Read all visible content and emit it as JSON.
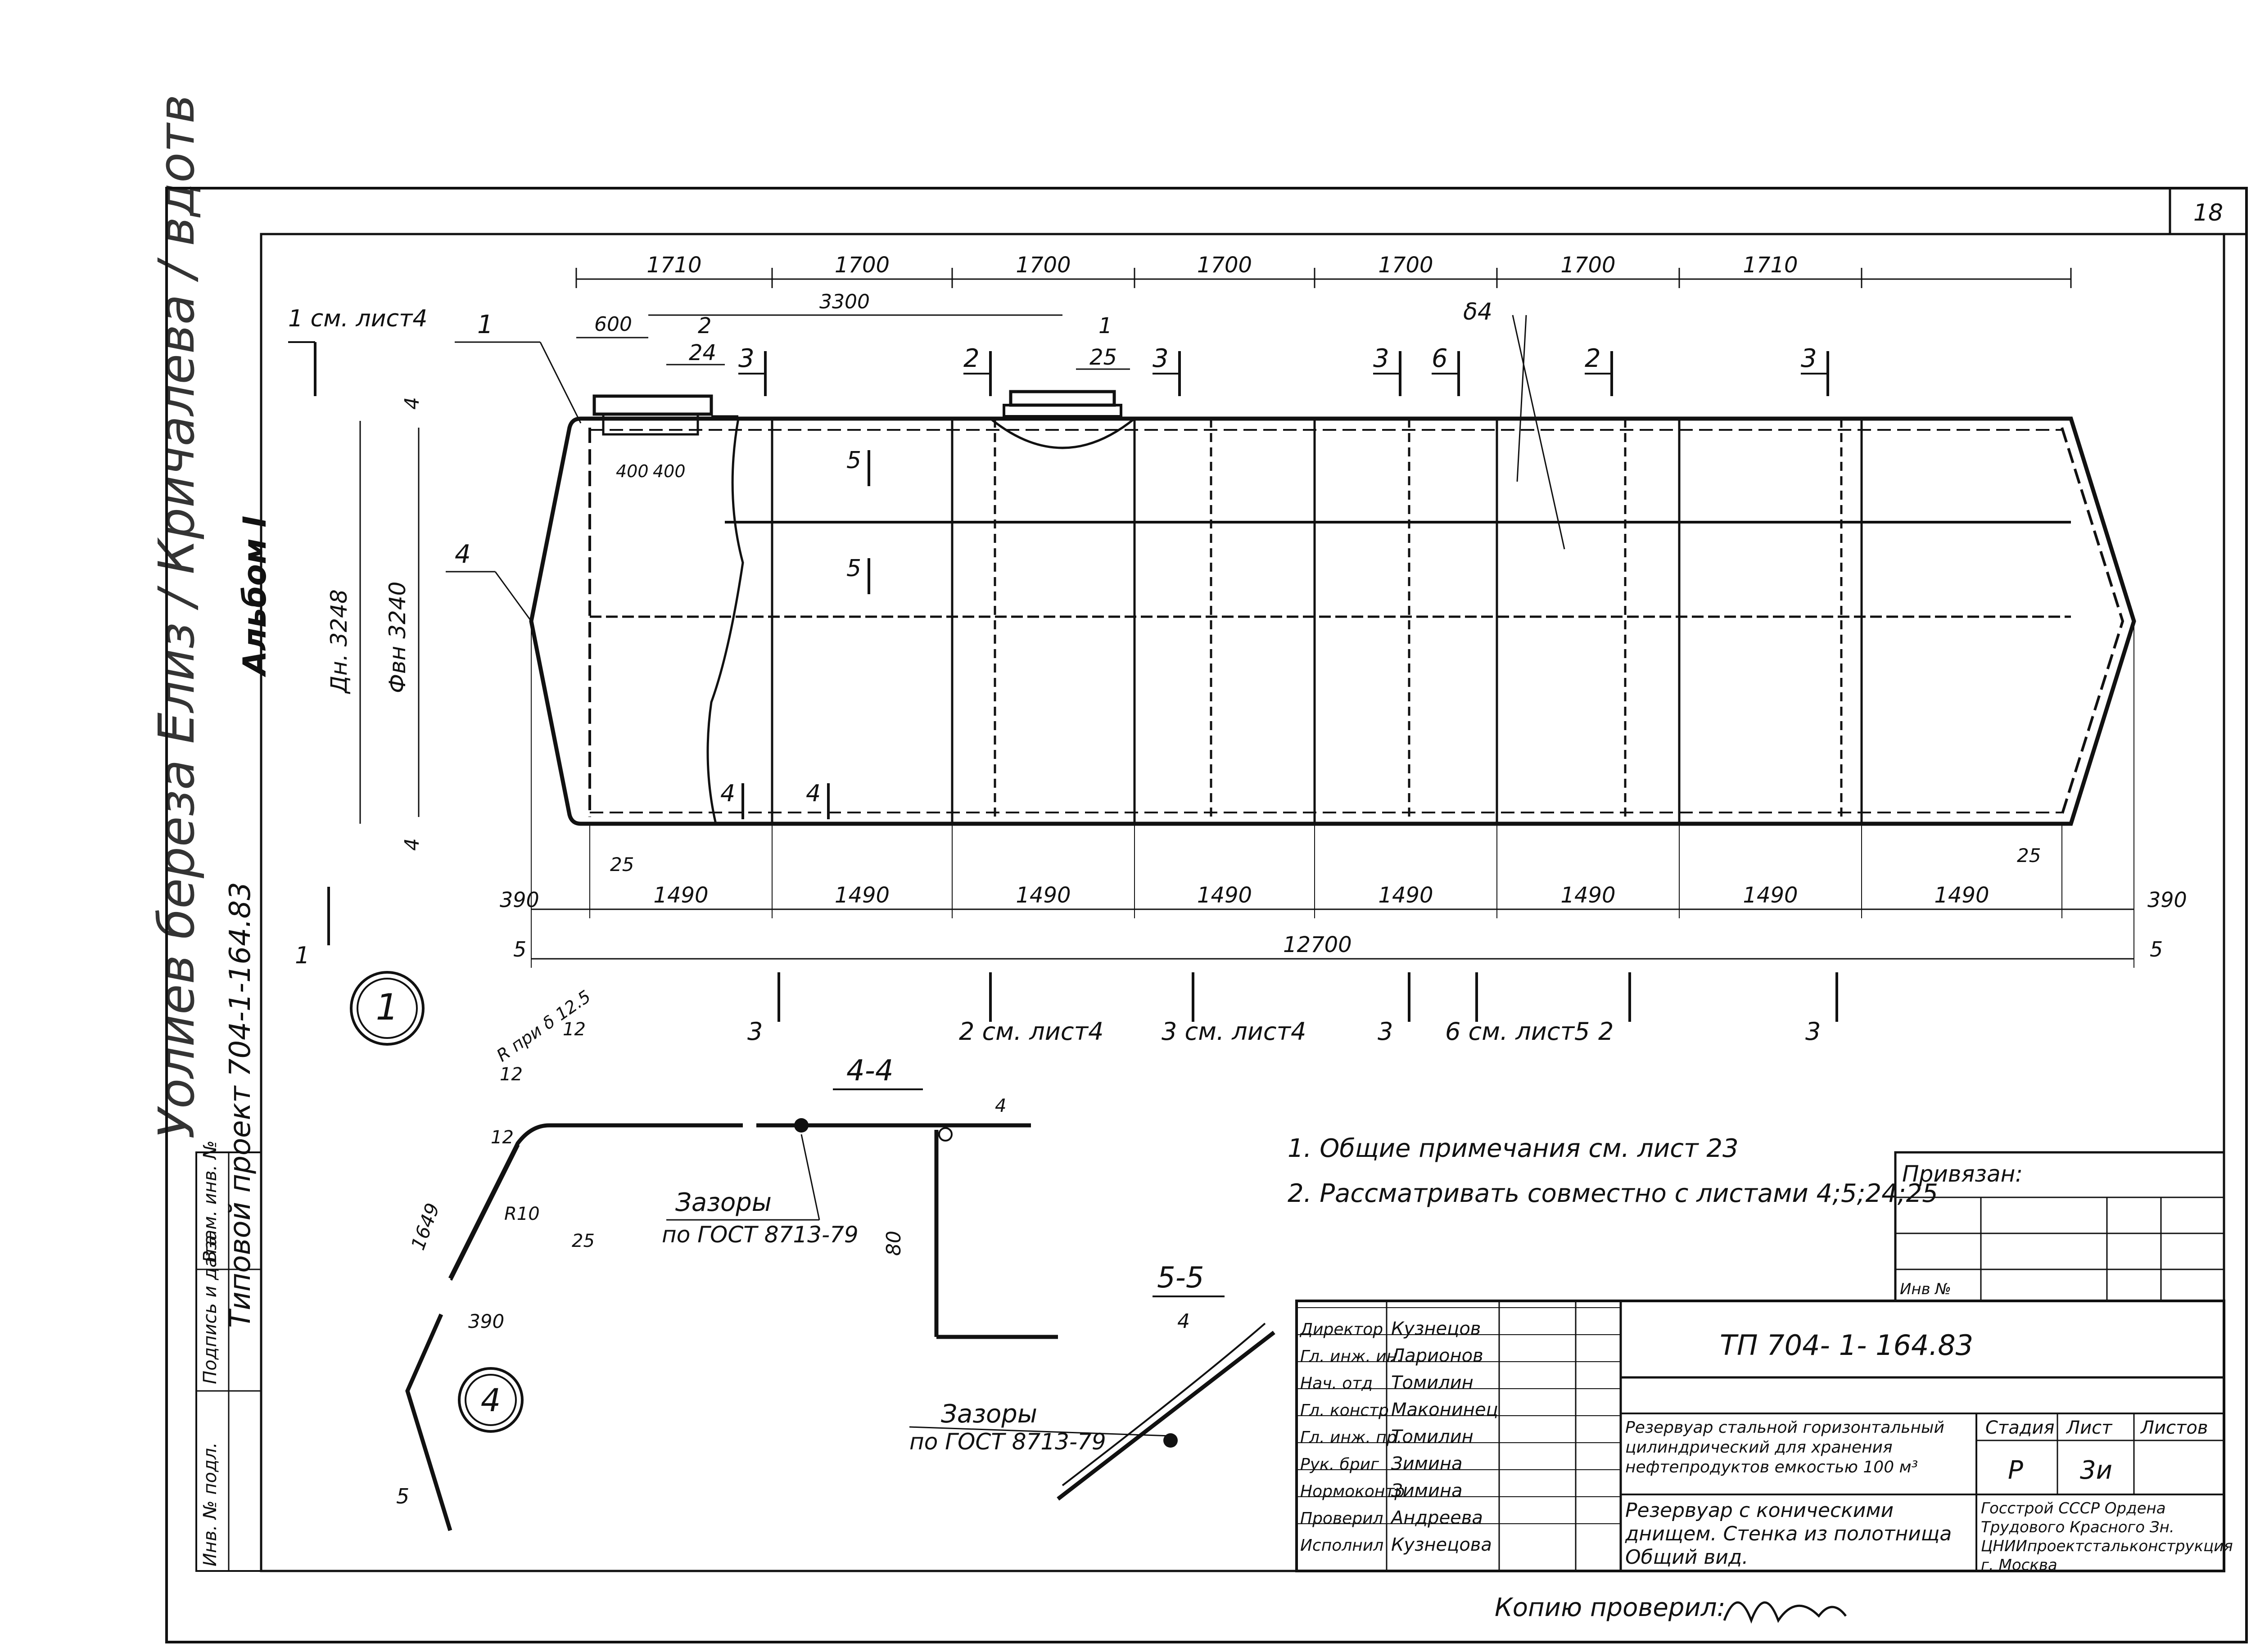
{
  "sheet_number": "18",
  "project_code": "ТП  704- 1- 164.83",
  "side_note": "Типовой проект 704-1-164.83",
  "album": "Альбом I",
  "view_markers": {
    "top_left": "1 см. лист4",
    "bottom_left": "1",
    "view_circle": "1",
    "detail_circle": "4"
  },
  "top_dims": [
    "1710",
    "1700",
    "1700",
    "1700",
    "1700",
    "1700",
    "1710"
  ],
  "bottom_dims": [
    "1490",
    "1490",
    "1490",
    "1490",
    "1490",
    "1490",
    "1490",
    "1490"
  ],
  "end_dims": {
    "left": "390",
    "right": "390",
    "left_small": "5",
    "right_small": "5",
    "overall": "12700"
  },
  "nozzle_dims": {
    "offset": "600",
    "span": "3300",
    "pad_a": "400",
    "pad_b": "400",
    "weld_gap_left": "25",
    "weld_gap_right": "25",
    "thickness_top": "4",
    "thickness_bottom": "4"
  },
  "callouts": {
    "c1_num": "1",
    "c1_sub": "25",
    "c2_num": "2",
    "c2_sub": "24",
    "wall": "δ4",
    "head": "4",
    "dia_outer": "Дн. 3248",
    "dia_inner": "Фвн 3240"
  },
  "section_marks": {
    "top": [
      "3",
      "2",
      "3",
      "3",
      "6",
      "2",
      "3"
    ],
    "mid": [
      "5",
      "5",
      "4",
      "4"
    ],
    "bottom": [
      "3",
      "2 см. лист4",
      "3 см. лист4",
      "3",
      "6 см. лист5",
      "2",
      "3"
    ]
  },
  "section_44": {
    "title": "4-4",
    "gap_label": "Зазоры",
    "gap_std": "по ГОСТ 8713-79",
    "dims": [
      "12",
      "12",
      "12",
      "12.5",
      "R при δ 12.5",
      "R10",
      "25",
      "4",
      "80",
      "1649",
      "390"
    ]
  },
  "section_55": {
    "title": "5-5",
    "thk": "4",
    "gap_label": "Зазоры",
    "gap_std": "по ГОСТ 8713-79",
    "weld_sub": "5"
  },
  "notes": [
    "1. Общие примечания см. лист 23",
    "2. Рассматривать совместно с листами 4;5;24;25"
  ],
  "privyazan": {
    "label": "Привязан:",
    "inv": "Инв №"
  },
  "left_stamp": [
    "Инв. № подл.",
    "Подпись и дата",
    "Взам. инв. №"
  ],
  "title_block": {
    "roles": [
      "Директор",
      "Гл. инж. ин.",
      "Нач. отд",
      "Гл. констр",
      "Гл. инж. пр.",
      "Рук. бриг",
      "Нормоконтр",
      "Проверил",
      "Исполнил"
    ],
    "names": [
      "Кузнецов",
      "Ларионов",
      "Томилин",
      "Маконинец",
      "Томилин",
      "Зимина",
      "Зимина",
      "Андреева",
      "Кузнецова"
    ],
    "object": "Резервуар стальной горизонтальный цилиндрический для хранения нефтепродуктов емкостью 100 м³",
    "sheet_title": "Резервуар с коническими днищем. Стенка из полотнища Общий вид.",
    "stage_head": "Стадия",
    "sheet_head": "Лист",
    "sheets_head": "Листов",
    "stage": "Р",
    "sheet": "3и",
    "org": "Госстрой СССР Ордена Трудового Красного Зн. ЦНИИпроектстальконструкция г. Москва"
  },
  "copy_checked": "Копию проверил:"
}
